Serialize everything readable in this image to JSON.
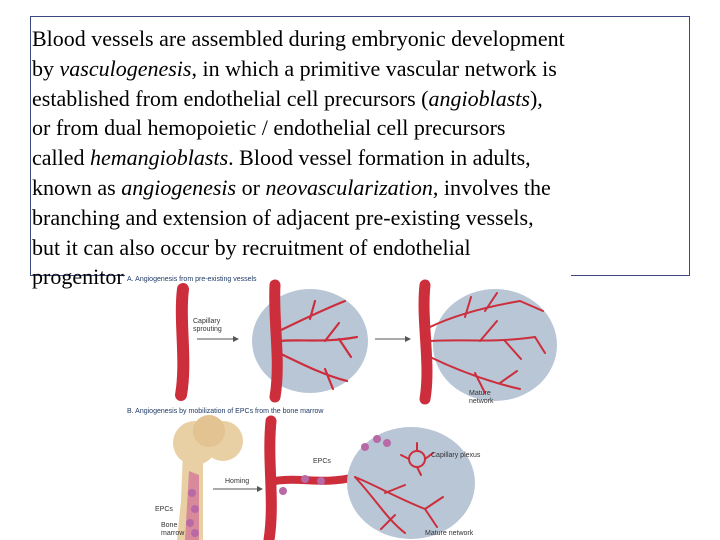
{
  "slide": {
    "paragraph_lines": [
      [
        {
          "t": "Blood vessels are assembled during embryonic development",
          "i": false
        }
      ],
      [
        {
          "t": "by ",
          "i": false
        },
        {
          "t": "vasculogenesis",
          "i": true
        },
        {
          "t": ", in which a primitive vascular network is",
          "i": false
        }
      ],
      [
        {
          "t": "established from endothelial cell precursors (",
          "i": false
        },
        {
          "t": "angioblasts",
          "i": true
        },
        {
          "t": "),",
          "i": false
        }
      ],
      [
        {
          "t": "or from dual hemopoietic / endothelial cell precursors",
          "i": false
        }
      ],
      [
        {
          "t": "called ",
          "i": false
        },
        {
          "t": "hemangioblasts",
          "i": true
        },
        {
          "t": ". Blood vessel formation in adults,",
          "i": false
        }
      ],
      [
        {
          "t": "known as ",
          "i": false
        },
        {
          "t": "angiogenesis",
          "i": true
        },
        {
          "t": " or ",
          "i": false
        },
        {
          "t": "neovascularization",
          "i": true
        },
        {
          "t": ", involves the",
          "i": false
        }
      ],
      [
        {
          "t": "branching and extension of adjacent pre-existing vessels,",
          "i": false
        }
      ],
      [
        {
          "t": "but it can also occur by recruitment of endothelial",
          "i": false
        }
      ],
      [
        {
          "t": "progenitor",
          "i": false
        }
      ]
    ]
  },
  "figure": {
    "panel_a_title": "A. Angiogenesis from pre-existing vessels",
    "panel_b_title": "B. Angiogenesis by mobilization of EPCs from the bone marrow",
    "labels": {
      "capillary_sprouting_1": "Capillary",
      "capillary_sprouting_2": "sprouting",
      "mature_network_1": "Mature",
      "mature_network_2": "network",
      "epcs_top": "EPCs",
      "capillary_plexus": "Capillary plexus",
      "homing": "Homing",
      "epcs_left": "EPCs",
      "bone_marrow_1": "Bone",
      "bone_marrow_2": "marrow",
      "mature_network_b": "Mature network"
    },
    "colors": {
      "vessel": "#cc2e3c",
      "vessel_dark": "#a11f2d",
      "tissue": "#b9c6d6",
      "bone": "#e8cfa4",
      "marrow": "#d98a9a",
      "epc": "#b76aa6",
      "arrow": "#555555"
    }
  }
}
